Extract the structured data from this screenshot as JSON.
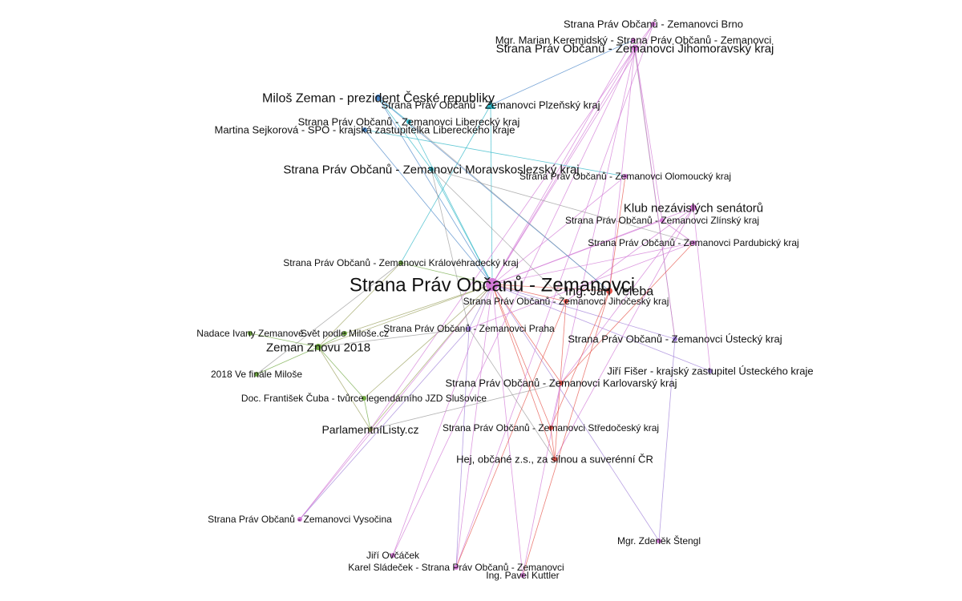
{
  "colors": {
    "blue": "#4a86c8",
    "cyan": "#2fb7c7",
    "pink": "#d278d6",
    "red": "#e5544b",
    "green": "#6fa840",
    "olive": "#9aa05c",
    "purple": "#9f7fd8",
    "gray": "#9a9a9a"
  },
  "graph": {
    "nodes": [
      {
        "id": "spo",
        "label": "Strana Práv Občanů - Zemanovci",
        "color": "pink"
      },
      {
        "id": "brno",
        "label": "Strana Práv Občanů - Zemanovci Brno",
        "color": "pink"
      },
      {
        "id": "keremidsky",
        "label": "Mgr. Marian Keremidský - Strana Práv Občanů - Zemanovci",
        "color": "pink"
      },
      {
        "id": "jihomor",
        "label": "Strana Práv Občanů - Zemanovci Jihomoravský kraj",
        "color": "pink"
      },
      {
        "id": "zeman",
        "label": "Miloš Zeman - prezident České republiky",
        "color": "blue"
      },
      {
        "id": "plzen",
        "label": "Strana Práv Občanů - Zemanovci Plzeňský kraj",
        "color": "cyan"
      },
      {
        "id": "liberec",
        "label": "Strana Práv Občanů - Zemanovci Liberecký kraj",
        "color": "cyan"
      },
      {
        "id": "sejkorova",
        "label": "Martina Sejkorová - SPO - krajská zastupitelka Libereckého kraje",
        "color": "blue"
      },
      {
        "id": "msk",
        "label": "Strana Práv Občanů - Zemanovci Moravskoslezský kraj",
        "color": "cyan"
      },
      {
        "id": "olomouc",
        "label": "Strana Práv Občanů - Zemanovci Olomoucký kraj",
        "color": "pink"
      },
      {
        "id": "senatori",
        "label": "Klub nezávislých senátorů",
        "color": "pink"
      },
      {
        "id": "zlin",
        "label": "Strana Práv Občanů - Zemanovci Zlínský kraj",
        "color": "pink"
      },
      {
        "id": "pardubice",
        "label": "Strana Práv Občanů - Zemanovci Pardubický kraj",
        "color": "pink"
      },
      {
        "id": "hradec",
        "label": "Strana Práv Občanů - Zemanovci Královéhradecký kraj",
        "color": "green"
      },
      {
        "id": "veleba",
        "label": "Ing. Jan Veleba",
        "color": "red"
      },
      {
        "id": "jihocesky",
        "label": "Strana Práv Občanů - Zemanovci Jihočeský kraj",
        "color": "red"
      },
      {
        "id": "nadace",
        "label": "Nadace Ivany Zemanové",
        "color": "green"
      },
      {
        "id": "svet",
        "label": "Svět podle Miloše.cz",
        "color": "green"
      },
      {
        "id": "praha",
        "label": "Strana Práv Občanů - Zemanovci Praha",
        "color": "purple"
      },
      {
        "id": "zz2018",
        "label": "Zeman Znovu 2018",
        "color": "green"
      },
      {
        "id": "ustecky",
        "label": "Strana Práv Občanů - Zemanovci Ústecký kraj",
        "color": "purple"
      },
      {
        "id": "finale",
        "label": "2018 Ve finále Miloše",
        "color": "green"
      },
      {
        "id": "fiser",
        "label": "Jiří Fišer - krajský zastupitel Ústeckého kraje",
        "color": "purple"
      },
      {
        "id": "karlovarsky",
        "label": "Strana Práv Občanů - Zemanovci Karlovarský kraj",
        "color": "red"
      },
      {
        "id": "cuba",
        "label": "Doc. František Čuba - tvůrce legendárního JZD Slušovice",
        "color": "green"
      },
      {
        "id": "parlamentni",
        "label": "ParlamentníListy.cz",
        "color": "olive"
      },
      {
        "id": "stredocesky",
        "label": "Strana Práv Občanů - Zemanovci Středočeský kraj",
        "color": "red"
      },
      {
        "id": "hej",
        "label": "Hej, občané z.s., za silnou a suverénní ČR",
        "color": "red"
      },
      {
        "id": "vysocina",
        "label": "Strana Práv Občanů - Zemanovci Vysočina",
        "color": "pink"
      },
      {
        "id": "stengl",
        "label": "Mgr. Zdeněk Štengl",
        "color": "pink"
      },
      {
        "id": "ovcacek",
        "label": "Jiří Ovčáček",
        "color": "pink"
      },
      {
        "id": "sladecek",
        "label": "Karel Sládeček - Strana Práv Občanů - Zemanovci",
        "color": "pink"
      },
      {
        "id": "kuttler",
        "label": "Ing. Pavel Kuttler",
        "color": "pink"
      }
    ],
    "edges": [
      [
        "spo",
        "zeman",
        "blue"
      ],
      [
        "spo",
        "sejkorova",
        "blue"
      ],
      [
        "spo",
        "liberec",
        "cyan"
      ],
      [
        "spo",
        "plzen",
        "cyan"
      ],
      [
        "spo",
        "msk",
        "cyan"
      ],
      [
        "spo",
        "hradec",
        "green"
      ],
      [
        "spo",
        "keremidsky",
        "pink"
      ],
      [
        "spo",
        "jihomor",
        "pink"
      ],
      [
        "spo",
        "brno",
        "pink"
      ],
      [
        "spo",
        "olomouc",
        "pink"
      ],
      [
        "spo",
        "senatori",
        "pink"
      ],
      [
        "spo",
        "zlin",
        "pink"
      ],
      [
        "spo",
        "pardubice",
        "pink"
      ],
      [
        "spo",
        "veleba",
        "red"
      ],
      [
        "spo",
        "jihocesky",
        "red"
      ],
      [
        "spo",
        "praha",
        "purple"
      ],
      [
        "spo",
        "ustecky",
        "purple"
      ],
      [
        "spo",
        "fiser",
        "purple"
      ],
      [
        "spo",
        "karlovarsky",
        "red"
      ],
      [
        "spo",
        "stredocesky",
        "red"
      ],
      [
        "spo",
        "hej",
        "red"
      ],
      [
        "spo",
        "vysocina",
        "pink"
      ],
      [
        "spo",
        "stengl",
        "purple"
      ],
      [
        "spo",
        "ovcacek",
        "pink"
      ],
      [
        "spo",
        "sladecek",
        "pink"
      ],
      [
        "spo",
        "kuttler",
        "pink"
      ],
      [
        "spo",
        "parlamentni",
        "olive"
      ],
      [
        "spo",
        "zz2018",
        "olive"
      ],
      [
        "spo",
        "cuba",
        "olive"
      ],
      [
        "spo",
        "svet",
        "olive"
      ],
      [
        "zeman",
        "msk",
        "cyan"
      ],
      [
        "zeman",
        "liberec",
        "cyan"
      ],
      [
        "sejkorova",
        "olomouc",
        "cyan"
      ],
      [
        "plzen",
        "hradec",
        "cyan"
      ],
      [
        "liberec",
        "veleba",
        "gray"
      ],
      [
        "msk",
        "pardubice",
        "gray"
      ],
      [
        "msk",
        "jihocesky",
        "gray"
      ],
      [
        "keremidsky",
        "plzen",
        "blue"
      ],
      [
        "keremidsky",
        "ustecky",
        "gray"
      ],
      [
        "jihomor",
        "ovcacek",
        "pink"
      ],
      [
        "jihomor",
        "veleba",
        "pink"
      ],
      [
        "jihomor",
        "zlin",
        "pink"
      ],
      [
        "jihomor",
        "ustecky",
        "pink"
      ],
      [
        "jihomor",
        "stredocesky",
        "pink"
      ],
      [
        "jihomor",
        "parlamentni",
        "pink"
      ],
      [
        "brno",
        "jihomor",
        "pink"
      ],
      [
        "brno",
        "sladecek",
        "pink"
      ],
      [
        "senatori",
        "hej",
        "pink"
      ],
      [
        "senatori",
        "karlovarsky",
        "pink"
      ],
      [
        "senatori",
        "fiser",
        "pink"
      ],
      [
        "senatori",
        "jihocesky",
        "pink"
      ],
      [
        "zlin",
        "pardubice",
        "pink"
      ],
      [
        "pardubice",
        "karlovarsky",
        "red"
      ],
      [
        "pardubice",
        "praha",
        "pink"
      ],
      [
        "olomouc",
        "veleba",
        "red"
      ],
      [
        "veleba",
        "stredocesky",
        "red"
      ],
      [
        "veleba",
        "kuttler",
        "red"
      ],
      [
        "jihocesky",
        "hej",
        "red"
      ],
      [
        "jihocesky",
        "sladecek",
        "red"
      ],
      [
        "karlovarsky",
        "parlamentni",
        "gray"
      ],
      [
        "karlovarsky",
        "kuttler",
        "pink"
      ],
      [
        "stredocesky",
        "hej",
        "red"
      ],
      [
        "hej",
        "praha",
        "gray"
      ],
      [
        "praha",
        "zz2018",
        "gray"
      ],
      [
        "praha",
        "sladecek",
        "purple"
      ],
      [
        "praha",
        "vysocina",
        "purple"
      ],
      [
        "ustecky",
        "stengl",
        "purple"
      ],
      [
        "svet",
        "zz2018",
        "green"
      ],
      [
        "nadace",
        "zz2018",
        "green"
      ],
      [
        "zz2018",
        "finale",
        "green"
      ],
      [
        "zz2018",
        "cuba",
        "green"
      ],
      [
        "zz2018",
        "parlamentni",
        "olive"
      ],
      [
        "cuba",
        "parlamentni",
        "green"
      ],
      [
        "parlamentni",
        "vysocina",
        "pink"
      ],
      [
        "hradec",
        "zz2018",
        "olive"
      ],
      [
        "hradec",
        "finale",
        "gray"
      ],
      [
        "msk",
        "praha",
        "gray"
      ],
      [
        "zeman",
        "veleba",
        "blue"
      ]
    ]
  }
}
